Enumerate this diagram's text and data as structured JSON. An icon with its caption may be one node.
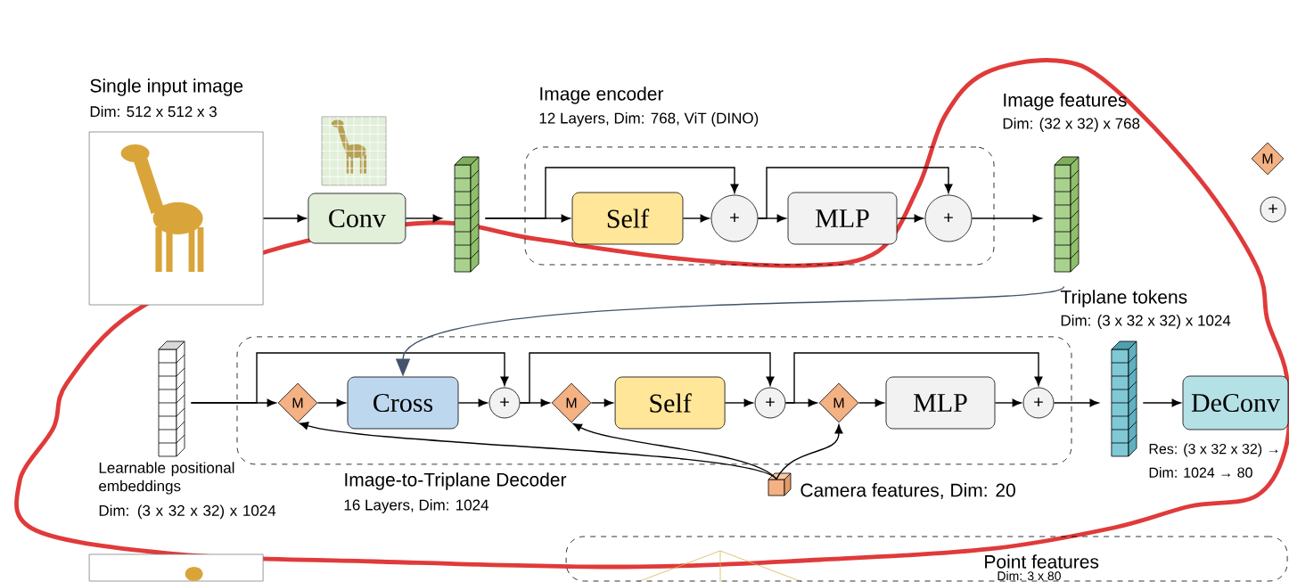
{
  "diagram": {
    "nodes": [
      {
        "text": [
          "Single input image",
          "Dim: 512 x 512 x 3"
        ]
      },
      {
        "text": [],
        "shape": "picture"
      },
      {
        "text": [
          "Conv"
        ]
      },
      {
        "text": [],
        "shape": "bar"
      },
      {
        "text": [
          "Image encoder",
          "12 Layers, Dim: 768, ViT (DINO)"
        ]
      },
      {
        "text": [
          "Self"
        ],
        "in": 4
      },
      {
        "text": [
          "+"
        ],
        "in": 4
      },
      {
        "text": [
          "MLP"
        ],
        "in": 4
      },
      {
        "text": [
          "+"
        ],
        "in": 4
      },
      {
        "text": [
          "Image features",
          "Dim: (32 x 32) x 768"
        ]
      },
      {
        "text": [
          "M"
        ]
      },
      {
        "text": [
          "+"
        ]
      },
      {
        "text": [
          "Learnable positional embeddings",
          "Dim: (3 x 32 x 32) x 1024"
        ]
      },
      {
        "text": [
          "Image-to-Triplane Decoder",
          "16 Layers, Dim: 1024"
        ]
      },
      {
        "text": [
          "M"
        ],
        "in": 13
      },
      {
        "text": [
          "Cross"
        ],
        "in": 13
      },
      {
        "text": [
          "+"
        ],
        "in": 13
      },
      {
        "text": [
          "M"
        ],
        "in": 13
      },
      {
        "text": [
          "Self"
        ],
        "in": 13
      },
      {
        "text": [
          "+"
        ],
        "in": 13
      },
      {
        "text": [
          "M"
        ],
        "in": 13
      },
      {
        "text": [
          "MLP"
        ],
        "in": 13
      },
      {
        "text": [
          "+"
        ],
        "in": 13
      },
      {
        "text": [
          "Triplane tokens",
          "Dim: (3 x 32 x 32) x 1024"
        ]
      },
      {
        "text": [
          "DeConv"
        ],
        "beside": [
          "Res: (3 x 32 x 32) →",
          "Dim: 1024 → 80"
        ]
      },
      {
        "text": [
          "Camera features, Dim: 20"
        ]
      },
      {
        "text": [],
        "shape": "box"
      },
      {
        "text": [],
        "shape": "picture"
      }
    ],
    "edges": [
      {
        "from": 0,
        "to": 2,
        "arrow": "to"
      },
      {
        "from": 2,
        "to": 3,
        "arrow": "to"
      },
      {
        "from": 3,
        "to": 5,
        "arrow": "to"
      },
      {
        "from": 3,
        "to": 6,
        "arrow": "to"
      },
      {
        "from": 5,
        "to": 6,
        "arrow": "to"
      },
      {
        "from": 6,
        "to": 7,
        "arrow": "to"
      },
      {
        "from": 6,
        "to": 8,
        "arrow": "to"
      },
      {
        "from": 7,
        "to": 8,
        "arrow": "to"
      },
      {
        "from": 8,
        "to": 9,
        "arrow": "to"
      },
      {
        "from": 9,
        "to": 15,
        "arrow": "to",
        "color": "#44546a"
      },
      {
        "from": 12,
        "to": 14,
        "arrow": "to"
      },
      {
        "from": 12,
        "to": 16,
        "arrow": "to"
      },
      {
        "from": 14,
        "to": 15,
        "arrow": "to"
      },
      {
        "from": 15,
        "to": 16,
        "arrow": "to"
      },
      {
        "from": 16,
        "to": 17,
        "arrow": "to"
      },
      {
        "from": 16,
        "to": 19,
        "arrow": "to"
      },
      {
        "from": 17,
        "to": 18,
        "arrow": "to"
      },
      {
        "from": 18,
        "to": 19,
        "arrow": "to"
      },
      {
        "from": 19,
        "to": 20,
        "arrow": "to"
      },
      {
        "from": 19,
        "to": 22,
        "arrow": "to"
      },
      {
        "from": 20,
        "to": 21,
        "arrow": "to"
      },
      {
        "from": 21,
        "to": 22,
        "arrow": "to"
      },
      {
        "from": 22,
        "to": 23,
        "arrow": "to"
      },
      {
        "from": 23,
        "to": 24,
        "arrow": "to"
      },
      {
        "from": 25,
        "to": 14,
        "arrow": "to"
      },
      {
        "from": 25,
        "to": 17,
        "arrow": "to"
      },
      {
        "from": 25,
        "to": 20,
        "arrow": "to"
      }
    ],
    "labels": [
      "Point features",
      "Dim: 3 x 80"
    ]
  }
}
